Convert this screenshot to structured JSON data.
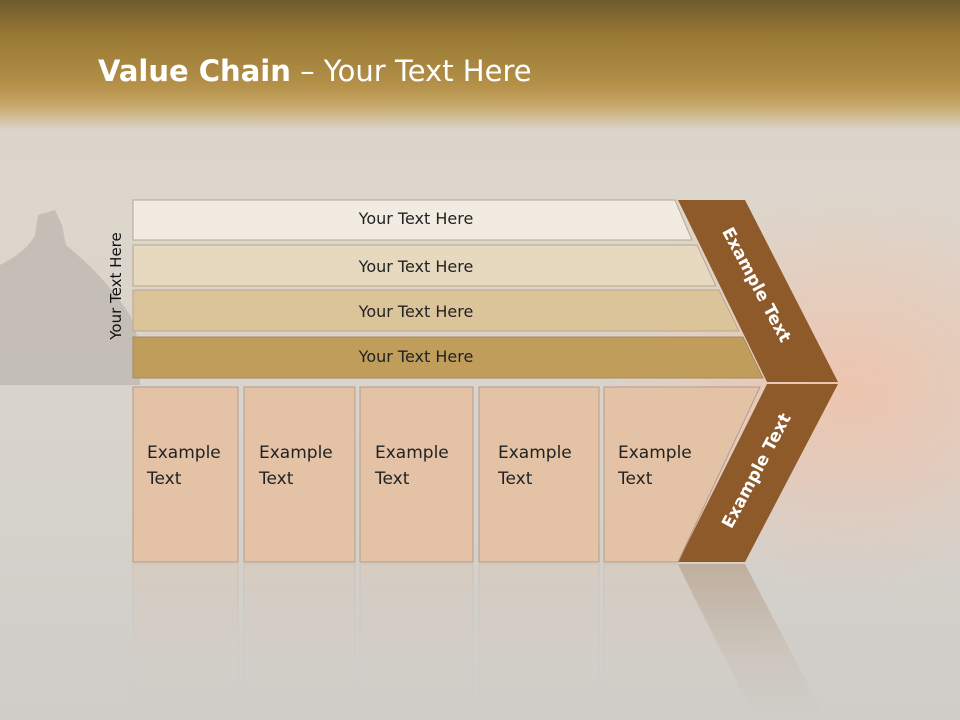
{
  "header": {
    "title_bold": "Value Chain",
    "title_rest": " – Your Text Here"
  },
  "side_label": "Your Text Here",
  "rows": [
    {
      "label": "Your Text Here",
      "color": "#f2ebe1"
    },
    {
      "label": "Your Text Here",
      "color": "#e7d8c0"
    },
    {
      "label": "Your Text Here",
      "color": "#dcc49a"
    },
    {
      "label": "Your Text Here",
      "color": "#c09d5a"
    }
  ],
  "cells": [
    {
      "line1": "Example",
      "line2": "Text"
    },
    {
      "line1": "Example",
      "line2": "Text"
    },
    {
      "line1": "Example",
      "line2": "Text"
    },
    {
      "line1": "Example",
      "line2": "Text"
    },
    {
      "line1": "Example",
      "line2": "Text"
    }
  ],
  "chevron": {
    "upper_label": "Example Text",
    "lower_label": "Example Text",
    "color": "#8e5a2a"
  },
  "colors": {
    "cell_fill": "#e4c2a5",
    "cell_border": "#b59c8a",
    "title_band": "#a8863f"
  }
}
